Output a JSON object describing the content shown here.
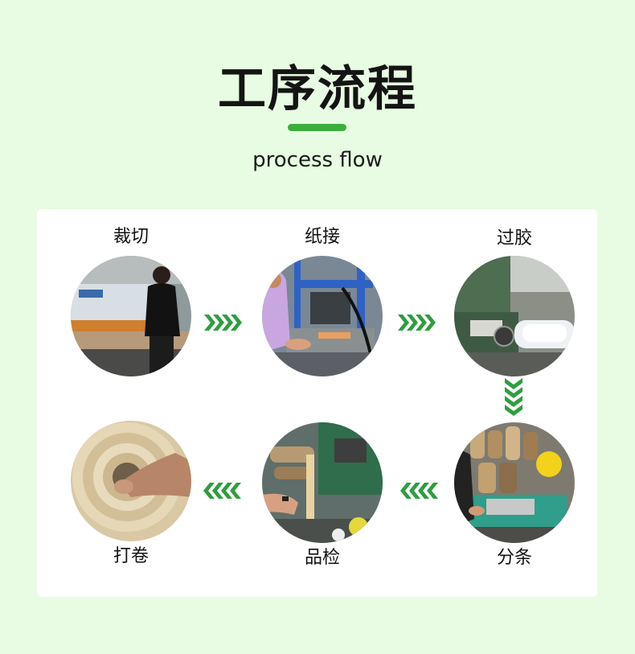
{
  "header": {
    "title": "工序流程",
    "subtitle": "process flow"
  },
  "colors": {
    "background": "#e7fce2",
    "accent": "#3cad3c",
    "arrow": "#2e9e3f",
    "panel": "#ffffff"
  },
  "steps": [
    {
      "label": "裁切",
      "photo": "cutting-machine-photo"
    },
    {
      "label": "纸接",
      "photo": "paper-joining-photo"
    },
    {
      "label": "过胶",
      "photo": "gluing-machine-photo"
    },
    {
      "label": "分条",
      "photo": "slitting-machine-photo"
    },
    {
      "label": "品检",
      "photo": "quality-inspection-photo"
    },
    {
      "label": "打卷",
      "photo": "rolling-photo"
    }
  ],
  "arrows": [
    {
      "direction": "right"
    },
    {
      "direction": "right"
    },
    {
      "direction": "down"
    },
    {
      "direction": "left"
    },
    {
      "direction": "left"
    }
  ]
}
